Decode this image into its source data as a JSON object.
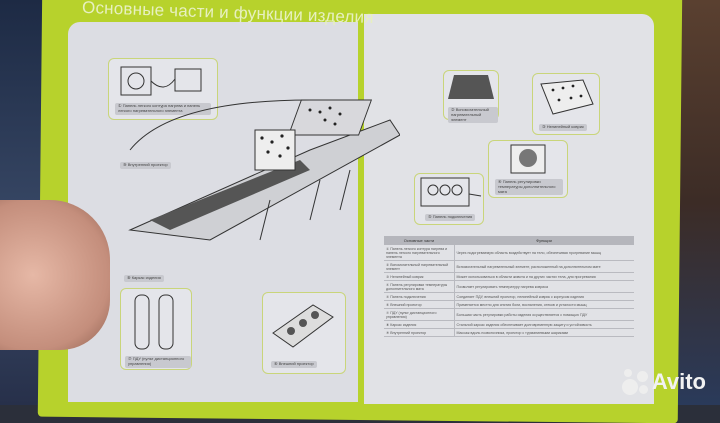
{
  "title": "Основные части и функции изделия",
  "labels": {
    "heating_panel": "① Панель легкого контура нагрева и панель легкого нагревательного элемента",
    "inner_projector": "⑨ Внутренний проектор",
    "frame": "⑧ Каркас изделия",
    "remote": "⑦ ПДУ (пульт дистанционного управления)",
    "outer_projector": "⑥ Внешний проектор",
    "aux_heater": "② Вспомогательный нагревательный элемент",
    "nonlinear_mat": "③ Нелинейный коврик",
    "temp_panel": "④ Панель регулировки температуры дополнительного мата",
    "connection_panel": "⑤ Панель подключения"
  },
  "table": {
    "headers": [
      "Основные части",
      "Функции"
    ],
    "rows": [
      [
        "① Панель легкого контура нагрева и панель легкого нагревательного элемента",
        "Через подогреваемую область воздействует на тело, обеспечивая прогревание мышц"
      ],
      [
        "② Вспомогательный нагревательный элемент",
        "Вспомогательный нагревательный элемент, расположенный на дополнительном мате"
      ],
      [
        "③ Нелинейный коврик",
        "Может использоваться в области живота и на других частях тела, для прогревания"
      ],
      [
        "④ Панель регулировки температуры дополнительного мата",
        "Позволяет регулировать температуру нагрева коврика"
      ],
      [
        "⑤ Панель подключения",
        "Соединяет ПДУ, внешний проектор, нелинейный коврик с корпусом изделия"
      ],
      [
        "⑥ Внешний проектор",
        "Применяется местно для снятия боли, воспаления, отеков и усталости мышц"
      ],
      [
        "⑦ ПДУ (пульт дистанционного управления)",
        "Большая часть регулировки работы изделия осуществляется с помощью ПДУ"
      ],
      [
        "⑧ Каркас изделия",
        "Стальной каркас изделия обеспечивает долговременную защиту и устойчивость"
      ],
      [
        "⑨ Внутренний проектор",
        "Массаж вдоль позвоночника, проектор с турманиевыми шариками"
      ]
    ]
  },
  "watermark": "Avito",
  "colors": {
    "accent": "#b7d22c",
    "page": "#dcdde3"
  }
}
